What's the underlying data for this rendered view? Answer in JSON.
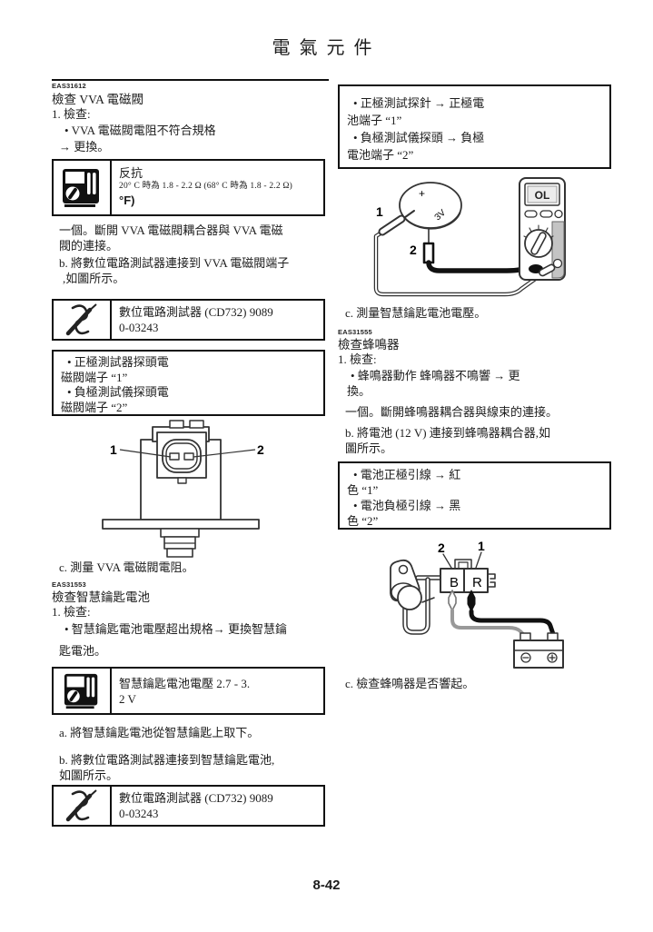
{
  "page": {
    "title": "電氣元件",
    "number": "8-42"
  },
  "left": {
    "s1": {
      "code": "EAS31612",
      "heading": "檢查 VVA 電磁閥",
      "step": "1. 檢查:",
      "bullet": "• VVA 電磁閥電阻不符合規格",
      "result": "→ 更換。",
      "spec_title": "反抗",
      "spec_value": "20° C 時為 1.8 - 2.2 Ω (68° C 時為 1.8 - 2.2 Ω)",
      "spec_extra": "°F)",
      "para_a1": "一個。斷開 VVA 電磁閥耦合器與 VVA 電磁",
      "para_a2": "閥的連接。",
      "para_b1": "b. 將數位電路測試器連接到 VVA 電磁閥端子",
      "para_b2": ",如圖所示。",
      "tool1": "數位電路測試器 (CD732) 9089",
      "tool2": "0-03243",
      "probe_lines": [
        "•  正極測試器探頭電",
        "磁閥端子 “1”",
        "•  負極測試儀探頭電",
        "磁閥端子 “2”"
      ],
      "fig": {
        "n1": "1",
        "n2": "2"
      },
      "para_c": "c. 測量 VVA 電磁閥電阻。"
    },
    "s2": {
      "code": "EAS31553",
      "heading": "檢查智慧鑰匙電池",
      "step": "1. 檢查:",
      "bullet1": "• 智慧鑰匙電池電壓超出規格→ 更換智慧鑰",
      "bullet2": "匙電池。",
      "spec1": "智慧鑰匙電池電壓 2.7 - 3.",
      "spec2": "2 V",
      "para_a": "a.  將智慧鑰匙電池從智慧鑰匙上取下。",
      "para_b1": "b. 將數位電路測試器連接到智慧鑰匙電池,",
      "para_b2": "如圖所示。",
      "tool1": "數位電路測試器 (CD732) 9089",
      "tool2": "0-03243"
    }
  },
  "right": {
    "box1_lines": [
      "•  正極測試探針 → 正極電",
      "池端子 “1”",
      "•  負極測試儀探頭 → 負極",
      "電池端子 “2”"
    ],
    "fig2": {
      "n1": "1",
      "n2": "2",
      "plus": "+",
      "volt": "3V",
      "display": "OL"
    },
    "para_c1": "c. 測量智慧鑰匙電池電壓。",
    "s3": {
      "code": "EAS31555",
      "heading": "檢查蜂鳴器",
      "step": "1. 檢查:",
      "bullet1": "• 蜂鳴器動作 蜂鳴器不鳴響 → 更",
      "bullet2": "換。",
      "para_a": "一個。斷開蜂鳴器耦合器與線束的連接。",
      "para_b1": "b. 將電池 (12 V) 連接到蜂鳴器耦合器,如",
      "para_b2": "圖所示。",
      "lead_lines": [
        "•  電池正極引線 → 紅",
        "色 “1”",
        "•  電池負極引線 → 黑",
        "色 “2”"
      ],
      "fig": {
        "n1": "1",
        "n2": "2",
        "b": "B",
        "r": "R"
      },
      "para_c": "c. 檢查蜂鳴器是否響起。"
    }
  }
}
